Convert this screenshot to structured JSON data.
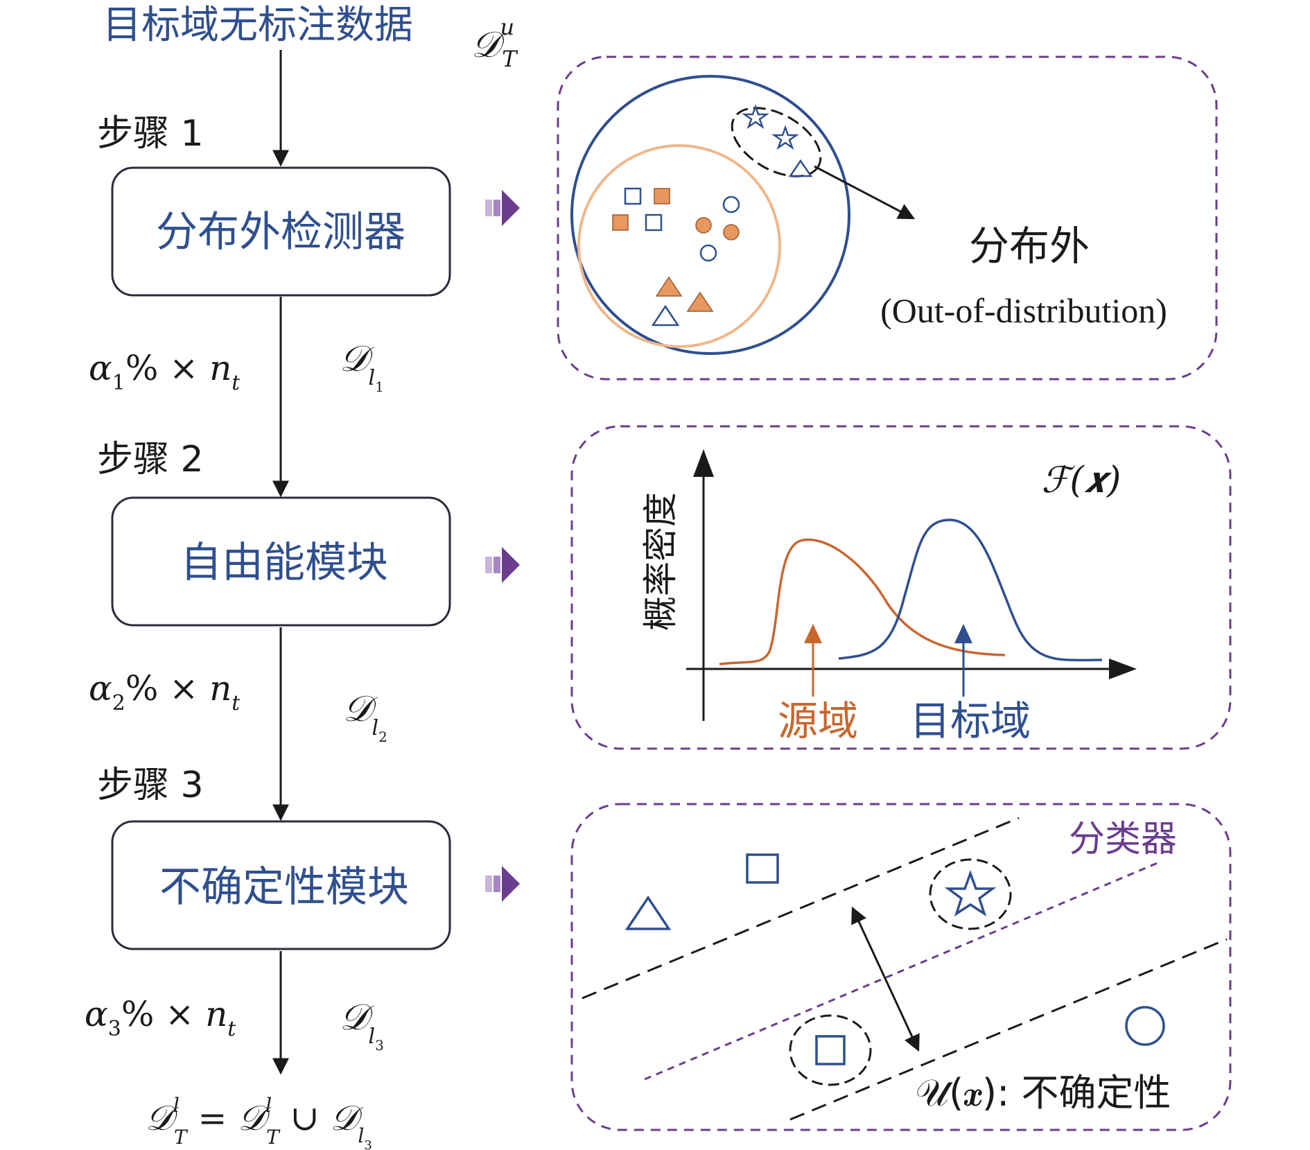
{
  "colors": {
    "blue": "#2f4f8f",
    "orange": "#e8975e",
    "orange_curve": "#c8662e",
    "purple": "#6a3d8e",
    "black": "#1a1a1a"
  },
  "input_label": "目标域无标注数据",
  "input_symbol": {
    "base": "𝒟",
    "sup": "u",
    "sub": "T"
  },
  "steps": [
    {
      "step_label": "步骤 1",
      "module": "分布外检测器",
      "ratio": {
        "alpha": "α",
        "alpha_sub": "1",
        "rest": "% × ",
        "n": "n",
        "n_sub": "t"
      },
      "set": {
        "base": "𝒟",
        "sub": "l",
        "subsub": "1"
      }
    },
    {
      "step_label": "步骤 2",
      "module": "自由能模块",
      "ratio": {
        "alpha": "α",
        "alpha_sub": "2",
        "rest": "% × ",
        "n": "n",
        "n_sub": "t"
      },
      "set": {
        "base": "𝒟",
        "sub": "l",
        "subsub": "2"
      }
    },
    {
      "step_label": "步骤 3",
      "module": "不确定性模块",
      "ratio": {
        "alpha": "α",
        "alpha_sub": "3",
        "rest": "% × ",
        "n": "n",
        "n_sub": "t"
      },
      "set": {
        "base": "𝒟",
        "sub": "l",
        "subsub": "3"
      }
    }
  ],
  "final_update": {
    "lhs": "𝒟",
    "lhs_sup": "l",
    "lhs_sub": "T",
    "eq": " = ",
    "mid": "𝒟",
    "mid_sup": "l",
    "mid_sub": "T",
    "union": " ∪ ",
    "rhs": "𝒟",
    "rhs_sub": "l",
    "rhs_subsub": "3"
  },
  "panel_ood": {
    "label_cn": "分布外",
    "label_en": "(Out-of-distribution)"
  },
  "panel_energy": {
    "y_label": "概率密度",
    "function": "ℱ(𝒙)",
    "source_label": "源域",
    "target_label": "目标域"
  },
  "panel_uncertainty": {
    "classifier_label": "分类器",
    "uncertainty_label": "𝒰(𝒙): 不确定性"
  }
}
